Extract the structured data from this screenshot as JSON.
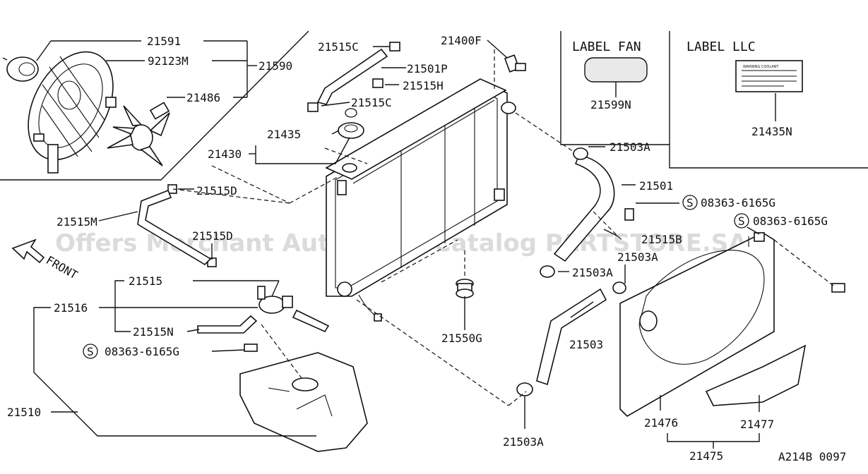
{
  "watermark": "Offers Merchant Auto Parts Catalog PARTSTORE.SA",
  "diagram_code": "A214B 0097",
  "front_label": "FRONT",
  "panels": {
    "label_fan_title": "LABEL FAN",
    "label_llc_title": "LABEL LLC"
  },
  "label_tag_text": "WARNING COOLANT",
  "screw_symbol": "S",
  "parts": {
    "p21591": "21591",
    "p92123M": "92123M",
    "p21590": "21590",
    "p21486": "21486",
    "p21515C_top": "21515C",
    "p21501P": "21501P",
    "p21515H": "21515H",
    "p21515C_mid": "21515C",
    "p21400F": "21400F",
    "p21599N": "21599N",
    "p21435N": "21435N",
    "p21435": "21435",
    "p21430": "21430",
    "p21503A_1": "21503A",
    "p21515D_1": "21515D",
    "p21501": "21501",
    "p08363_1": "08363-6165G",
    "p08363_2": "08363-6165G",
    "p21515M": "21515M",
    "p21515D_2": "21515D",
    "p21515B": "21515B",
    "p21503A_2": "21503A",
    "p21503A_3": "21503A",
    "p21515": "21515",
    "p21516": "21516",
    "p21515N": "21515N",
    "p08363_3": "08363-6165G",
    "p21550G": "21550G",
    "p21503": "21503",
    "p21510": "21510",
    "p21503A_4": "21503A",
    "p21476": "21476",
    "p21477": "21477",
    "p21475": "21475"
  }
}
